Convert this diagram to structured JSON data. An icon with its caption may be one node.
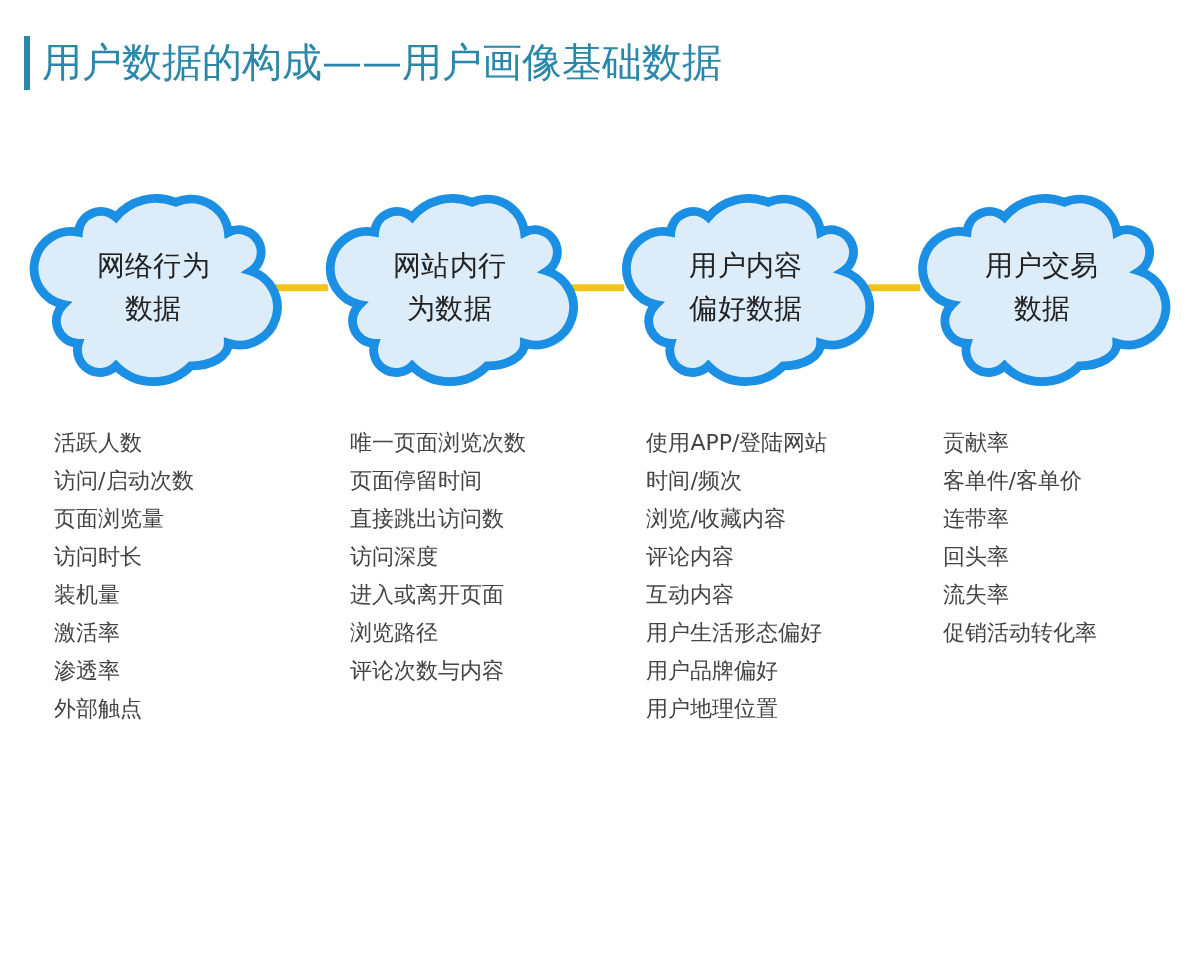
{
  "diagram": {
    "title": "用户数据的构成——用户画像基础数据",
    "nodes": [
      {
        "text": [
          "网络行为数据"
        ],
        "beside": [
          "活跃人数",
          "访问/启动次数",
          "页面浏览量",
          "访问时长",
          "装机量",
          "激活率",
          "渗透率",
          "外部触点"
        ]
      },
      {
        "text": [
          "网站内行为数据"
        ],
        "beside": [
          "唯一页面浏览次数",
          "页面停留时间",
          "直接跳出访问数",
          "访问深度",
          "进入或离开页面",
          "浏览路径",
          "评论次数与内容"
        ]
      },
      {
        "text": [
          "用户内容偏好数据"
        ],
        "beside": [
          "使用APP/登陆网站",
          "时间/频次",
          "浏览/收藏内容",
          "评论内容",
          "互动内容",
          "用户生活形态偏好",
          "用户品牌偏好",
          "用户地理位置"
        ]
      },
      {
        "text": [
          "用户交易数据"
        ],
        "beside": [
          "贡献率",
          "客单件/客单价",
          "连带率",
          "回头率",
          "流失率",
          "促销活动转化率"
        ]
      }
    ],
    "edges": [
      {
        "from": 0,
        "to": 1,
        "arrow": "none"
      },
      {
        "from": 1,
        "to": 2,
        "arrow": "none"
      },
      {
        "from": 2,
        "to": 3,
        "arrow": "none"
      }
    ]
  }
}
